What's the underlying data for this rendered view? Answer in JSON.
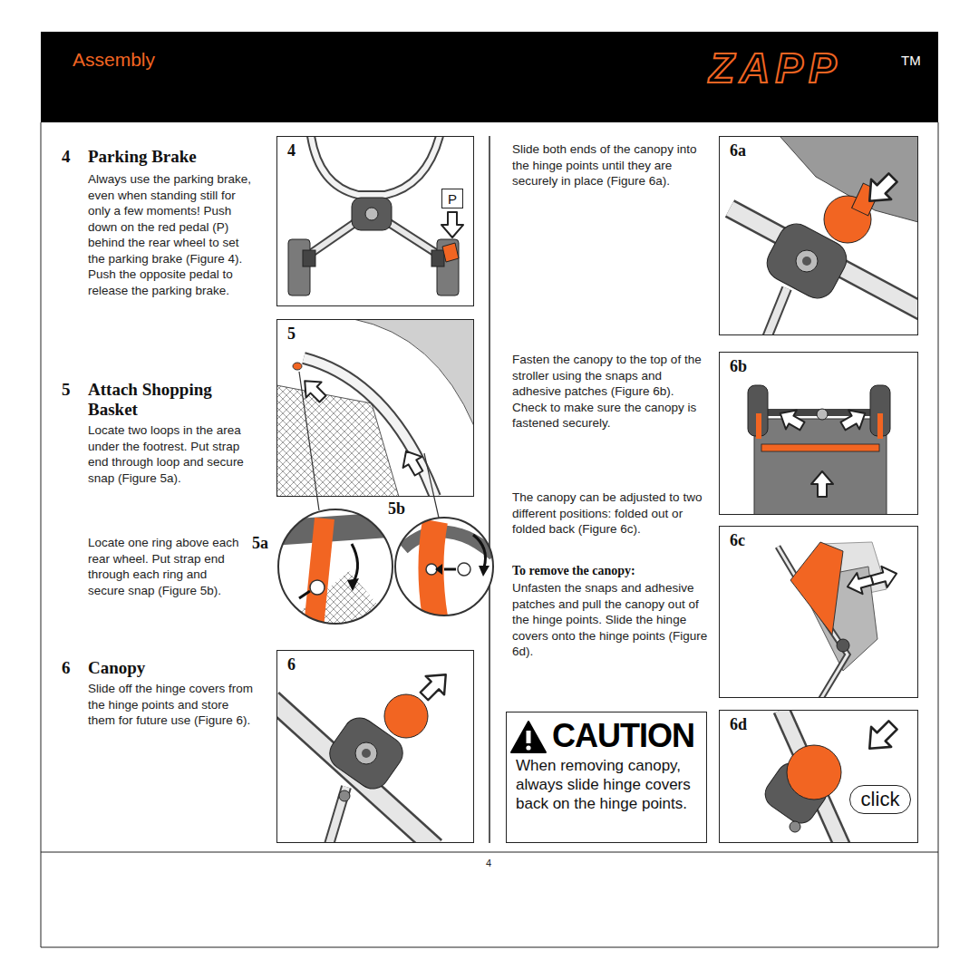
{
  "diagram": {
    "title": "Assembly",
    "nodes": [
      {
        "text": [
          "4"
        ]
      },
      {
        "text": [
          "P"
        ],
        "in": 0
      },
      {
        "text": [
          "5"
        ]
      },
      {
        "text": [
          "5a"
        ]
      },
      {
        "text": [
          "5b"
        ]
      },
      {
        "text": [
          "6"
        ]
      },
      {
        "text": [
          "6a"
        ]
      },
      {
        "text": [
          "6b"
        ]
      },
      {
        "text": [
          "6c"
        ]
      },
      {
        "text": [
          "CAUTION",
          "When removing canopy, always slide hinge covers back on the hinge points."
        ]
      },
      {
        "text": [
          "6d"
        ]
      },
      {
        "text": [
          "click"
        ],
        "in": 10
      }
    ],
    "labels": [
      "ZAPP",
      "TM",
      "4",
      "Parking Brake",
      "Always use the parking brake, even when standing still for only a few moments! Push down on the red pedal (P) behind the rear wheel to set the parking brake (Figure 4). Push the opposite pedal to release the parking brake.",
      "5",
      "Attach Shopping Basket",
      "Locate two loops in the area under the footrest. Put strap end through loop and secure snap (Figure 5a).",
      "Locate one ring above each rear wheel. Put strap end through each ring and secure snap (Figure 5b).",
      "6",
      "Canopy",
      "Slide off the hinge covers from the hinge points and store them for future use (Figure 6).",
      "Slide both ends of the canopy into the hinge points until they are securely in place (Figure 6a).",
      "Fasten the canopy to the top of the stroller using the snaps and adhesive patches (Figure 6b). Check to make sure the canopy is fastened securely.",
      "The canopy can be adjusted to two different positions: folded out or folded back (Figure 6c).",
      "To remove the canopy:",
      "Unfasten the snaps and adhesive patches and pull the canopy out of the hinge points. Slide the hinge covers onto the hinge points (Figure 6d).",
      "4"
    ]
  }
}
